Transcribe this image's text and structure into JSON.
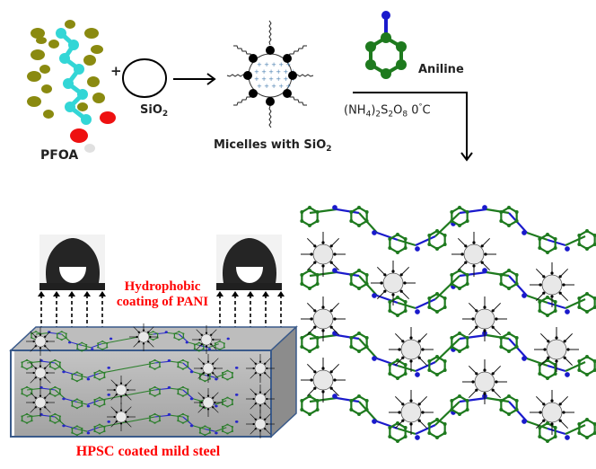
{
  "title": "Synthesis of hydrophobic PANI/SiO2 coating on mild steel",
  "labels": {
    "pfoa": "PFOA",
    "plus": "+",
    "sio2_main": "SiO",
    "sio2_sub": "2",
    "micelles_main": "Micelles with SiO",
    "micelles_sub": "2",
    "aniline": "Aniline",
    "oxidant_nh": "(NH",
    "oxidant_4": "4",
    "oxidant_close": ")",
    "oxidant_2a": "2",
    "oxidant_s": "S",
    "oxidant_2b": "2",
    "oxidant_o": "O",
    "oxidant_8": "8",
    "oxidant_temp": " 0",
    "oxidant_deg": "°",
    "oxidant_c": "C",
    "hydrophobic_line1": "Hydrophobic",
    "hydrophobic_line2": "coating of PANI",
    "steel_caption": "HPSC coated mild steel"
  },
  "colors": {
    "carbon_cyan": "#33d6d6",
    "fluorine_olive": "#8a8a10",
    "oxygen_red": "#ee1111",
    "hydrogen_white": "#e8e8e8",
    "ring_green": "#1e7a1e",
    "nitrogen_blue": "#1a1acc",
    "caption_red": "#ff0000",
    "steel_gray": "#a8a8a8",
    "steel_border": "#3a5a8a"
  },
  "icons": {
    "pfoa_molecule": "ball-stick-molecule",
    "silica_particle": "circle",
    "micelle": "micelle-with-silica",
    "aniline_molecule": "benzene-ring-amine",
    "reaction_arrow": "arrow-right",
    "process_arrow": "elbow-arrow-down",
    "water_droplet": "contact-angle-droplet",
    "bidirectional_arrows": "dashed-double-arrows",
    "steel_block": "3d-block",
    "polymer_network": "pani-sio2-network"
  }
}
